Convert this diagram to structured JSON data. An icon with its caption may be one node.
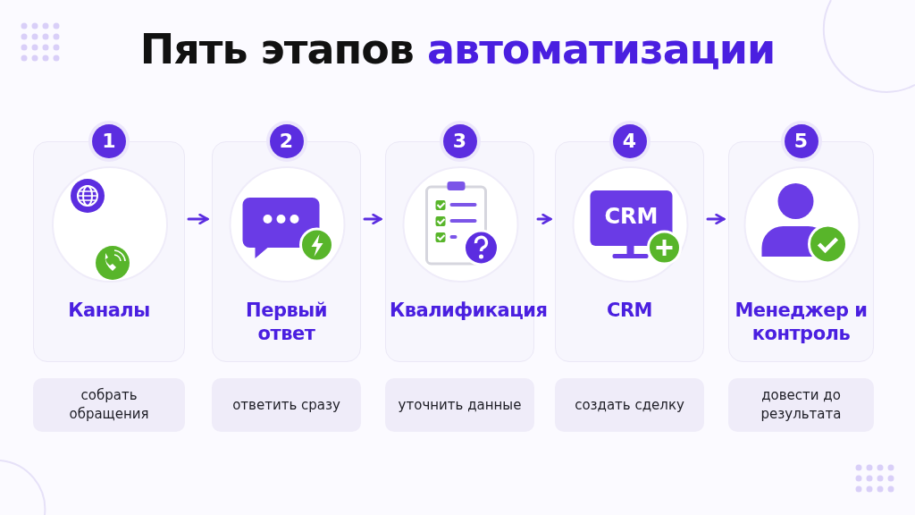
{
  "diagram": {
    "title": "Пять этапов **автоматизации**",
    "nodes": [
      {
        "text": [
          "1",
          "Каналы"
        ]
      },
      {
        "text": [
          "2",
          "Первый ответ"
        ]
      },
      {
        "text": [
          "3",
          "Квалификация"
        ]
      },
      {
        "text": [
          "4",
          "CRM"
        ]
      },
      {
        "text": [
          "5",
          "Менеджер и контроль"
        ]
      },
      {
        "text": [
          "собрать обращения"
        ]
      },
      {
        "text": [
          "ответить сразу"
        ]
      },
      {
        "text": [
          "уточнить данные"
        ]
      },
      {
        "text": [
          "создать сделку"
        ]
      },
      {
        "text": [
          "довести до результата"
        ]
      }
    ],
    "edges": [
      {
        "from": 0,
        "to": 1,
        "arrow": "to"
      },
      {
        "from": 1,
        "to": 2,
        "arrow": "to"
      },
      {
        "from": 2,
        "to": 3,
        "arrow": "to"
      },
      {
        "from": 3,
        "to": 4,
        "arrow": "to"
      }
    ],
    "labels": [
      "CRM"
    ]
  }
}
